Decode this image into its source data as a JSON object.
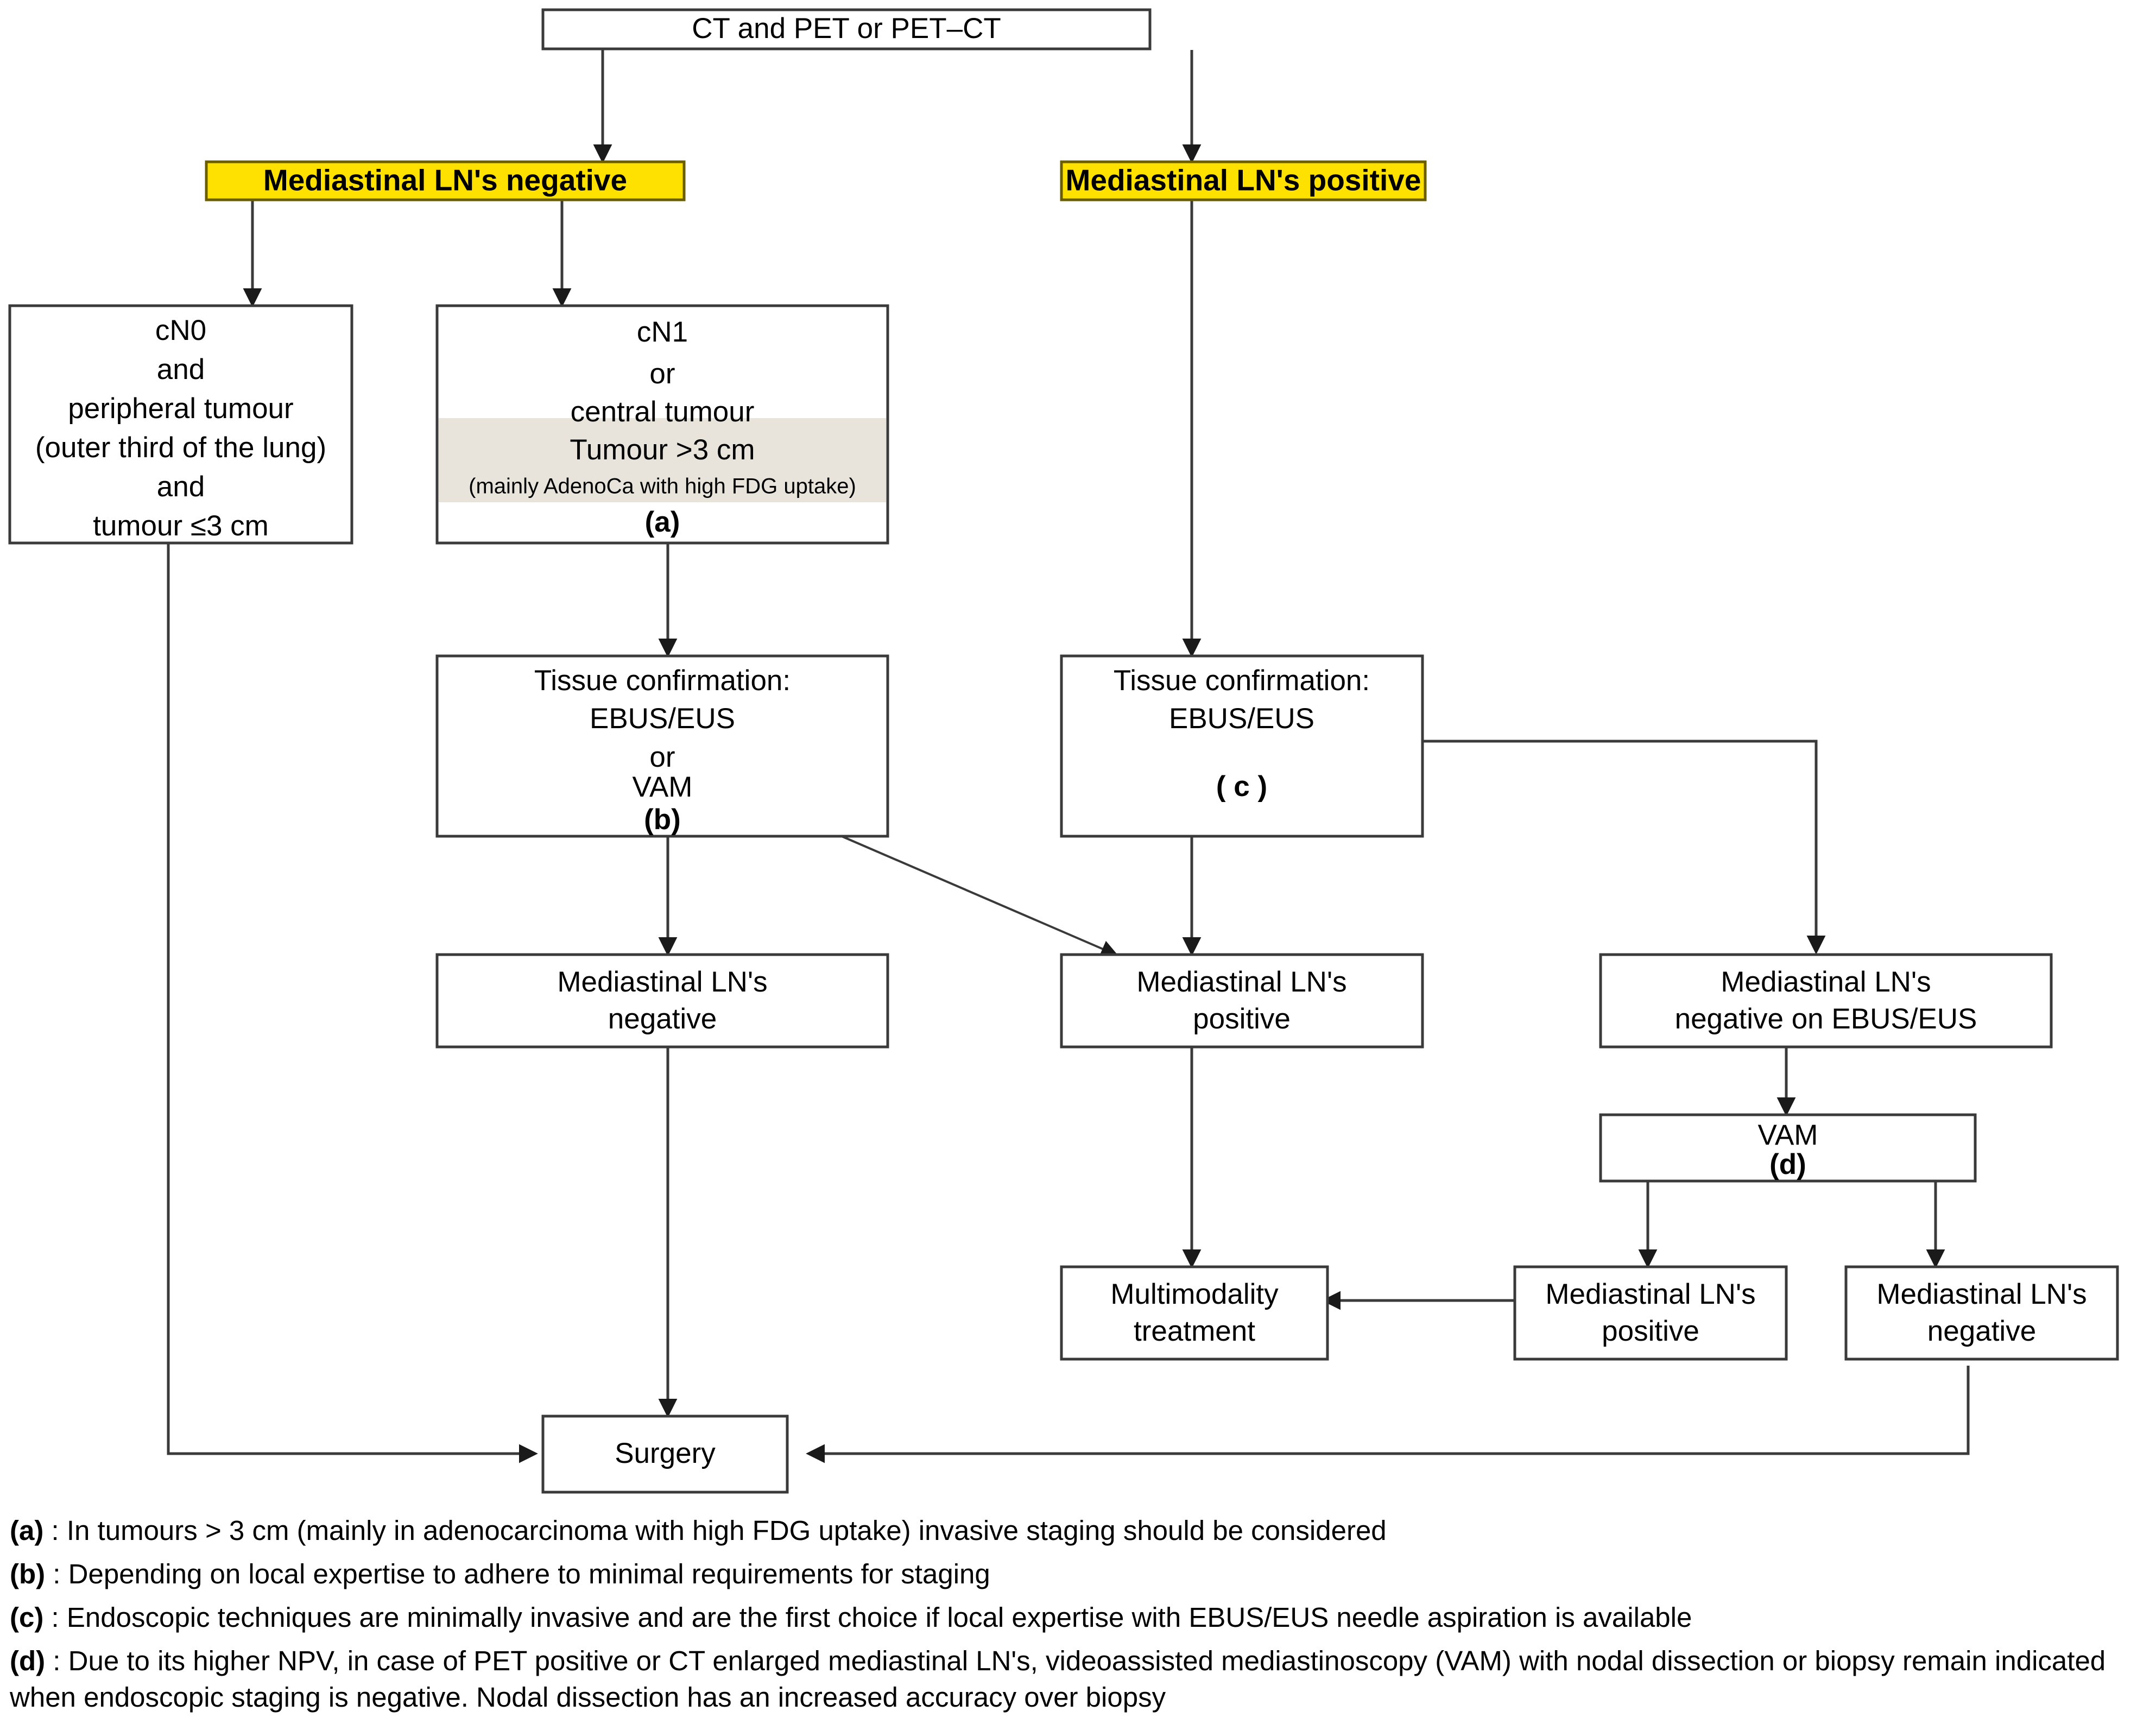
{
  "diagram": {
    "title": "Mediastinal staging algorithm",
    "colors": {
      "highlight": "#ffe100",
      "shaded_band": "#e8e4dc",
      "stroke": "#3a3a3a",
      "background": "#ffffff"
    },
    "nodes": {
      "root": {
        "label": "CT and PET or PET–CT"
      },
      "ln_negative": {
        "label": "Mediastinal LN's negative"
      },
      "ln_positive": {
        "label": "Mediastinal LN's positive"
      },
      "cn0": {
        "lines": [
          "cN0",
          "and",
          "peripheral tumour",
          "(outer third of the lung)",
          "and",
          "tumour ≤3 cm"
        ]
      },
      "cn1": {
        "lines": [
          "cN1",
          "or",
          "central tumour"
        ],
        "band_line": "Tumour >3 cm",
        "band_subline": "(mainly AdenoCa with high FDG uptake)",
        "ref": "(a)"
      },
      "tissue_b": {
        "lines": [
          "Tissue confirmation:",
          "EBUS/EUS",
          "or",
          "VAM"
        ],
        "ref": "(b)"
      },
      "tissue_c": {
        "lines": [
          "Tissue confirmation:",
          "EBUS/EUS"
        ],
        "ref": "( c )"
      },
      "ln_neg_b": {
        "lines": [
          "Mediastinal LN's",
          "negative"
        ]
      },
      "ln_pos_mid": {
        "lines": [
          "Mediastinal LN's",
          "positive"
        ]
      },
      "ln_neg_ebus": {
        "lines": [
          "Mediastinal LN's",
          "negative on EBUS/EUS"
        ]
      },
      "vam": {
        "label": "VAM",
        "ref": "(d)"
      },
      "multimodality": {
        "lines": [
          "Multimodality",
          "treatment"
        ]
      },
      "ln_pos_vam": {
        "lines": [
          "Mediastinal LN's",
          "positive"
        ]
      },
      "ln_neg_vam": {
        "lines": [
          "Mediastinal LN's",
          "negative"
        ]
      },
      "surgery": {
        "label": "Surgery"
      }
    },
    "footnotes": [
      {
        "marker": "(a)",
        "text": " : In tumours > 3 cm (mainly in adenocarcinoma with high FDG uptake) invasive staging should be considered"
      },
      {
        "marker": "(b)",
        "text": " : Depending on local expertise to adhere to minimal requirements for staging"
      },
      {
        "marker": "(c)",
        "text": " : Endoscopic techniques are minimally invasive and are the first choice if local expertise with EBUS/EUS needle aspiration is available"
      },
      {
        "marker": "(d)",
        "text": " : Due to its higher NPV, in case of PET positive or CT enlarged mediastinal LN's, videoassisted mediastinoscopy (VAM) with nodal dissection or biopsy remain indicated when endoscopic staging is negative. Nodal dissection has an increased accuracy over biopsy"
      }
    ]
  }
}
